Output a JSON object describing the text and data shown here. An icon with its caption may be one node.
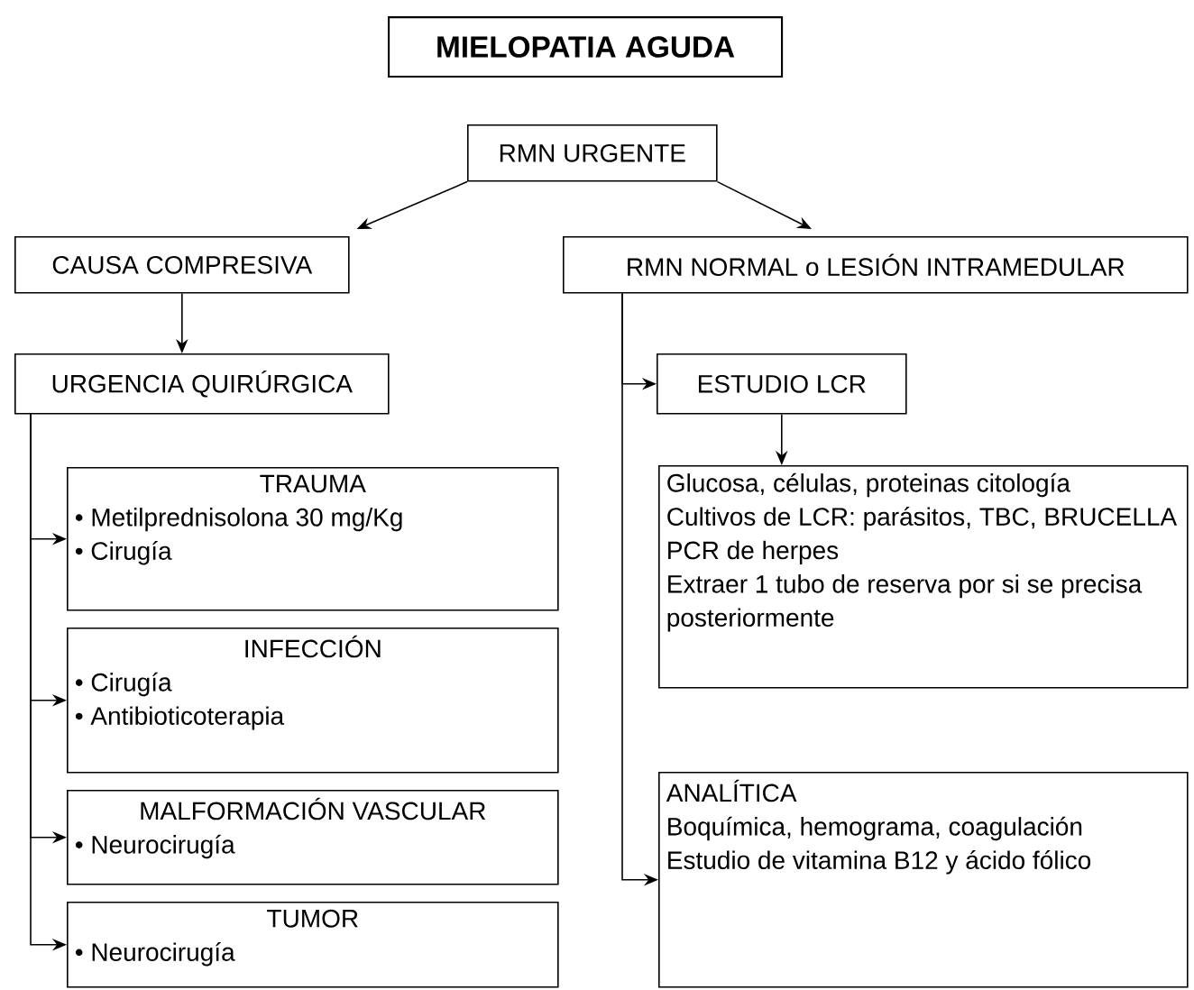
{
  "diagram": {
    "nodes": [
      {
        "text": [
          "MIELOPATIA AGUDA"
        ]
      },
      {
        "text": [
          "RMN URGENTE"
        ]
      },
      {
        "text": [
          "CAUSA COMPRESIVA"
        ]
      },
      {
        "text": [
          "RMN NORMAL o LESIÓN INTRAMEDULAR"
        ]
      },
      {
        "text": [
          "URGENCIA QUIRÚRGICA"
        ]
      },
      {
        "text": [
          "TRAUMA",
          "• Metilprednisolona 30 mg/Kg",
          "• Cirugía"
        ]
      },
      {
        "text": [
          "INFECCIÓN",
          "• Cirugía",
          "• Antibioticoterapia"
        ]
      },
      {
        "text": [
          "MALFORMACIÓN VASCULAR",
          "• Neurocirugía"
        ]
      },
      {
        "text": [
          "TUMOR",
          "• Neurocirugía"
        ]
      },
      {
        "text": [
          "ESTUDIO LCR"
        ]
      },
      {
        "text": [
          "Glucosa, células, proteinas citología",
          "Cultivos de LCR: parásitos, TBC, BRUCELLA PCR de herpes",
          "Extraer 1 tubo de reserva por si se precisa posteriormente"
        ]
      },
      {
        "text": [
          "ANALÍTICA",
          "Boquímica, hemograma, coagulación",
          "Estudio de vitamina B12 y ácido fólico"
        ]
      }
    ],
    "edges": [
      {
        "from": 1,
        "to": 2,
        "arrow": "to"
      },
      {
        "from": 1,
        "to": 3,
        "arrow": "to"
      },
      {
        "from": 2,
        "to": 4,
        "arrow": "to"
      },
      {
        "from": 4,
        "to": 5,
        "arrow": "to"
      },
      {
        "from": 4,
        "to": 6,
        "arrow": "to"
      },
      {
        "from": 4,
        "to": 7,
        "arrow": "to"
      },
      {
        "from": 4,
        "to": 8,
        "arrow": "to"
      },
      {
        "from": 3,
        "to": 9,
        "arrow": "to"
      },
      {
        "from": 3,
        "to": 11,
        "arrow": "to"
      },
      {
        "from": 9,
        "to": 10,
        "arrow": "to"
      }
    ]
  }
}
